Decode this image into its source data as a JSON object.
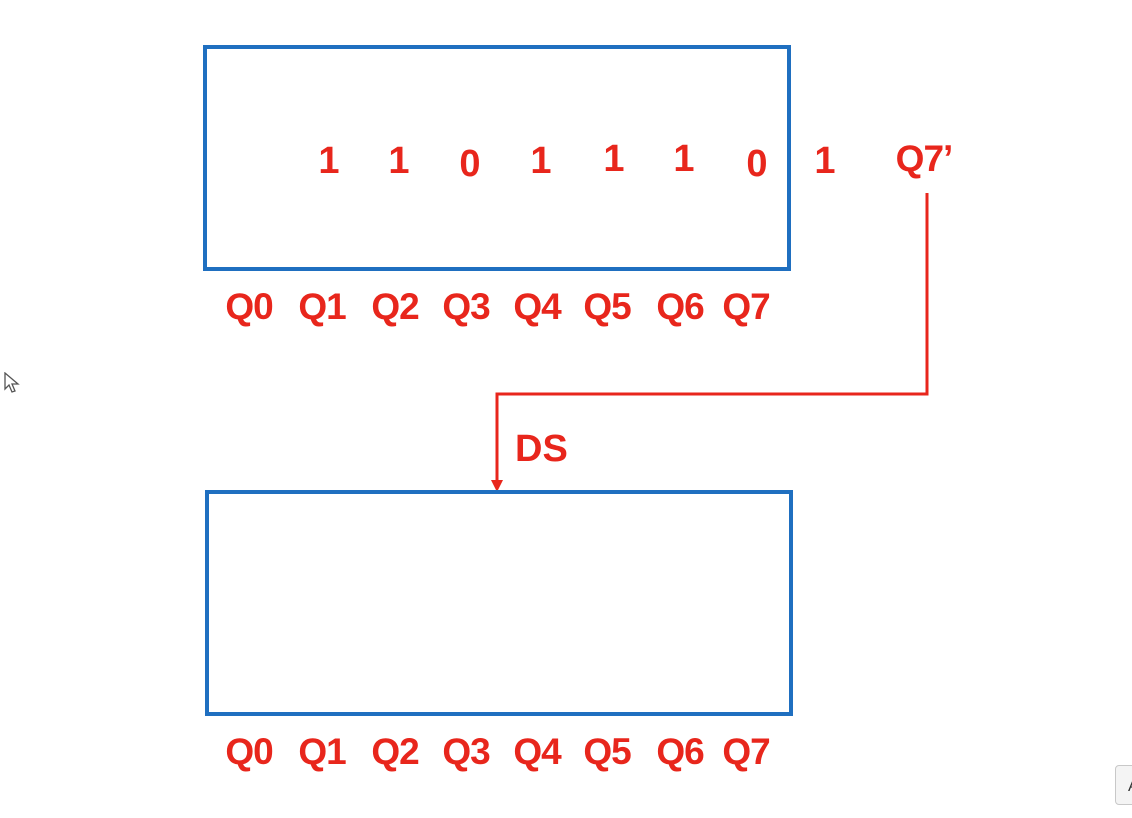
{
  "top_register": {
    "bits": [
      "1",
      "1",
      "0",
      "1",
      "1",
      "1",
      "0"
    ],
    "pins": [
      "Q0",
      "Q1",
      "Q2",
      "Q3",
      "Q4",
      "Q5",
      "Q6",
      "Q7"
    ]
  },
  "shifted_out_bit": "1",
  "serial_out_label": "Q7’",
  "serial_in_label": "DS",
  "bottom_register": {
    "pins": [
      "Q0",
      "Q1",
      "Q2",
      "Q3",
      "Q4",
      "Q5",
      "Q6",
      "Q7"
    ]
  },
  "corner_tab": "A",
  "colors": {
    "register_border": "#1f6fc0",
    "labels": "#e8261c",
    "wire": "#e8261c"
  },
  "icons": [
    "mouse-cursor-icon"
  ]
}
